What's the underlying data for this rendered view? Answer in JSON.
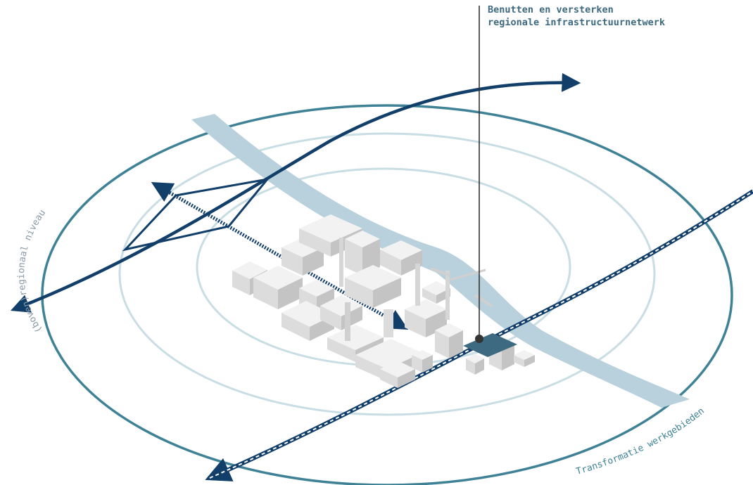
{
  "callout": {
    "line1": "Benutten en versterken",
    "line2": "regionale infrastructuurnetwerk"
  },
  "labels": {
    "regional_level": "(boven)regionaal niveau",
    "transformation": "Transformatie werkgebieden"
  },
  "colors": {
    "outer_ring": "#3f8296",
    "inner_ring": "#c9dde4",
    "river": "#b9d1dc",
    "arrow_dark": "#123f6a",
    "building_top": "#f2f2f2",
    "building_left": "#dcdcdc",
    "building_right": "#c4c4c4",
    "label_grey": "#8a9aa5",
    "label_teal": "#3f8296"
  }
}
